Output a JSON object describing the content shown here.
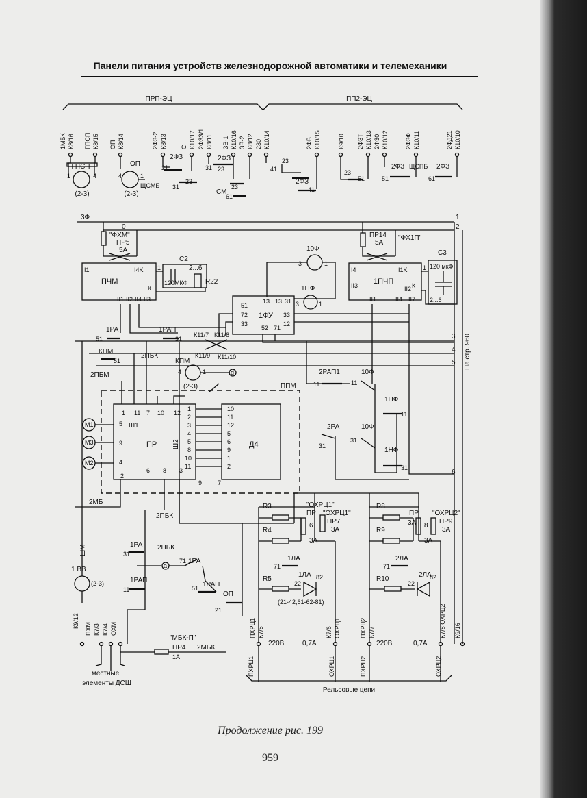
{
  "page": {
    "header": "Панели питания устройств железнодорожной автоматики и телемеханики",
    "caption": "Продолжение рис. 199",
    "page_number": "959"
  },
  "groups": {
    "left": "ПРП-ЭЦ",
    "right": "ПП2-ЭЦ"
  },
  "top_labels_left": [
    "1МБК",
    "К8/16",
    "ГПСП",
    "К8/15",
    "ОП",
    "К8/14",
    "2ФЗ-2",
    "К8/13",
    "С",
    "К10/17",
    "2ФЗЗ/1",
    "К8/11",
    "ЗВ-1",
    "К10/16",
    "ЗВ-2",
    "К8/12",
    "230",
    "К10/14"
  ],
  "top_labels_right": [
    "2ФВ",
    "К10/15",
    "К9/10",
    "2ФЗТ",
    "К10/13",
    "2ФЗ0",
    "К10/12",
    "2ФЗФ",
    "К10/11",
    "2ФД21",
    "К10/10"
  ],
  "relays": {
    "gpsp": "ГПСП",
    "gpsp_sub": "(2-3)",
    "op": "ОП",
    "op_sub": "(2-3)",
    "shchsmb": "ЩСМБ",
    "sm": "СМ",
    "shchspb": "ЩСПБ",
    "twofz": "2ФЗ"
  },
  "buses": {
    "zf": "3Ф",
    "zero": "0",
    "line1": "1",
    "line2": "2",
    "line3": "3",
    "line4": "4",
    "line5": "5",
    "line6": "6",
    "see_page": "На стр. 960"
  },
  "fuses": {
    "fhm": "\"ФХМ\"",
    "pr5": "ПР5",
    "pr5_val": "5А",
    "pr14": "ПР14",
    "pr14_val": "5А",
    "fh1p": "\"ФХ1П\""
  },
  "units": {
    "pchm": "ПЧМ",
    "c2": "С2",
    "c2_val": "120МКФ",
    "c2_range": "2...6",
    "r22": "R22",
    "fu": "1ФУ",
    "ten_f": "10Ф",
    "one_nf": "1НФ",
    "pchp": "1ПЧП",
    "c3": "С3",
    "c3_val": "120 мкФ",
    "c3_range": "2...6"
  },
  "pins": {
    "i1": "I1",
    "i4k": "I4K",
    "i1k": "I1K",
    "i4": "I4",
    "ii1": "II1",
    "ii2": "II2",
    "ii3": "II3",
    "ii4": "II4",
    "k": "К",
    "ii7": "II7",
    "n1": "1",
    "n3": "3",
    "n13": "13",
    "n31": "31",
    "n51": "51",
    "n72": "72",
    "n33": "33",
    "n52": "52",
    "n71": "71",
    "n12": "12"
  },
  "contacts": {
    "ra1": "1РА",
    "rap1": "1РАП",
    "k11_7": "К11/7",
    "k11_8": "К11/8",
    "k11_9": "К11/9",
    "k11_10": "К11/10",
    "kpm": "КПМ",
    "kpm2": "КПМ",
    "kpm_sub": "(2-3)",
    "twopbk": "2ПБК",
    "twopbm": "2ПБМ",
    "twomb": "2МБ",
    "tworap1": "2РАП1",
    "twora": "2РА",
    "c51": "51",
    "c11": "11",
    "c31": "31"
  },
  "ppm": {
    "label": "ППМ",
    "pr": "ПР",
    "sh1": "Ш1",
    "sh2": "Ш2",
    "d4": "Д4",
    "m1": "М1",
    "m2": "М2",
    "m3": "М3",
    "top_pins": [
      "1",
      "11",
      "7",
      "10",
      "12"
    ],
    "left_pins": [
      "5",
      "9",
      "4"
    ],
    "bottom_pins": [
      "2",
      "6",
      "8",
      "3"
    ],
    "sh2_pins": [
      "1",
      "2",
      "3",
      "4",
      "5",
      "8",
      "10",
      "11"
    ],
    "d4_pins": [
      "10",
      "11",
      "12",
      "5",
      "6",
      "9",
      "1",
      "2"
    ],
    "n9": "9",
    "n7": "7"
  },
  "lower": {
    "shm": "ШМ",
    "vv": "1 ВВ",
    "vv_sub": "(2-3)",
    "k9_12": "К9/12",
    "phm": "ПХМ",
    "k7_3": "К7/3",
    "k7_4": "К7/4",
    "ohm": "ОХМ",
    "ra1": "1РА",
    "rap1": "1РАП",
    "twopbk": "2ПБК",
    "ra1b": "1РА",
    "rap1b": "1РАП",
    "op": "ОП",
    "mbk_p": "\"МБК-П\"",
    "pr4": "ПР4",
    "twombk": "2МБК",
    "pr4_val": "1А",
    "local1": "местные",
    "local2": "элементы ДСШ",
    "c31": "31",
    "c11": "11",
    "c71": "71",
    "c51": "51",
    "c21": "21"
  },
  "rail": {
    "title": "Рельсовые цепи",
    "r3": "R3",
    "r4": "R4",
    "r5": "R5",
    "r8": "R8",
    "r9": "R9",
    "r10": "R10",
    "pr": "ПР",
    "pr6": "6",
    "pr8": "8",
    "za": "3А",
    "ohrc1_top": "\"ОХРЦ1\"",
    "ohrc1": "\"ОХРЦ1\"",
    "pr7": "ПР7",
    "pr7_val": "3А",
    "ohrc2_top": "\"ОХРЦ2\"",
    "pr9": "ПР9",
    "pr9_val": "3А",
    "la1": "1ЛА",
    "la1b": "1ЛА",
    "la2": "2ЛА",
    "la2b": "2ЛА",
    "la_range": "(21-42,61-62-81)",
    "n71": "71",
    "n22": "22",
    "n82": "82",
    "phrc1": "ПХРЦ1",
    "k7_5": "К7/5",
    "v220": "220В",
    "a07": "0,7А",
    "k7_6": "К7/6",
    "ohrc1b": "ОХРЦ1",
    "phrc2": "ПХРЦ2",
    "k7_7": "К7/7",
    "v220b": "220В",
    "a07b": "0,7А",
    "k7_8": "К7/8 ОХРЦ2",
    "k9_16": "К9/16",
    "phrc1b": "ПХРЦ1",
    "ohrc1c": "ОХРЦ1",
    "phrc2b": "ПХРЦ2",
    "ohrc2b": "ОХРЦ2"
  }
}
